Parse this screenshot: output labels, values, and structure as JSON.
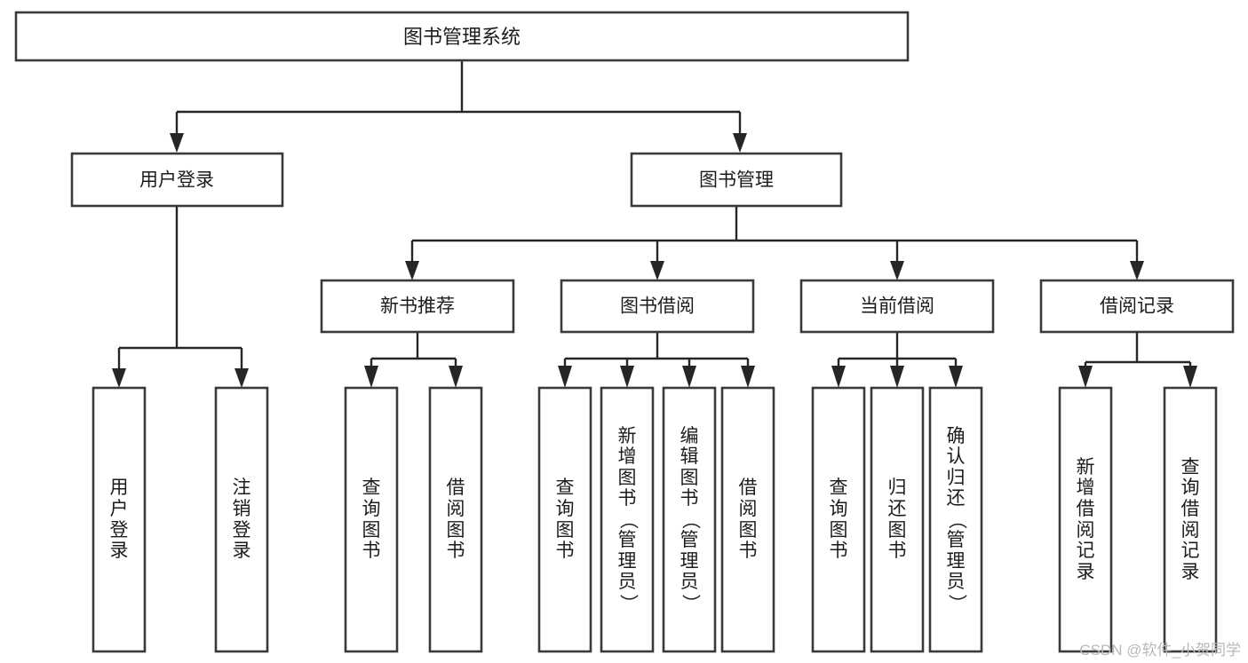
{
  "diagram": {
    "type": "hierarchy-tree",
    "title": "图书管理系统",
    "watermark": "CSDN @软件_小贺同学",
    "colors": {
      "box_fill": "#ffffff",
      "box_stroke": "#3a3a3a",
      "connector": "#262626",
      "text": "#1c1c1c",
      "watermark": "#b9b9b9"
    },
    "root": {
      "label": "图书管理系统"
    },
    "level2": [
      {
        "label": "用户登录"
      },
      {
        "label": "图书管理"
      }
    ],
    "level3": [
      {
        "label": "新书推荐"
      },
      {
        "label": "图书借阅"
      },
      {
        "label": "当前借阅"
      },
      {
        "label": "借阅记录"
      }
    ],
    "leaves": {
      "user_login": [
        {
          "label": "用户登录"
        },
        {
          "label": "注销登录"
        }
      ],
      "new_book_recommend": [
        {
          "label": "查询图书"
        },
        {
          "label": "借阅图书"
        }
      ],
      "book_borrow": [
        {
          "label": "查询图书"
        },
        {
          "label": "新增图书（管理员）"
        },
        {
          "label": "编辑图书（管理员）"
        },
        {
          "label": "借阅图书"
        }
      ],
      "current_borrow": [
        {
          "label": "查询图书"
        },
        {
          "label": "归还图书"
        },
        {
          "label": "确认归还（管理员）"
        }
      ],
      "borrow_records": [
        {
          "label": "新增借阅记录"
        },
        {
          "label": "查询借阅记录"
        }
      ]
    }
  }
}
